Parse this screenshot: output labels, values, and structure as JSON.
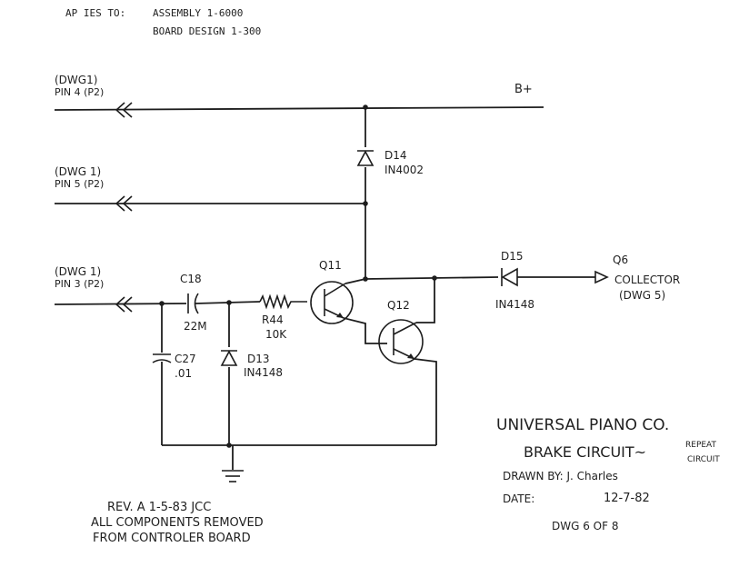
{
  "header": {
    "applies_prefix": "AP  IES TO:",
    "assembly": "ASSEMBLY   1-6000",
    "board_design": "BOARD DESIGN 1-300"
  },
  "inputs": [
    {
      "dwg": "(DWG1)",
      "pin": "PIN 4 (P2)"
    },
    {
      "dwg": "(DWG 1)",
      "pin": "PIN 5 (P2)"
    },
    {
      "dwg": "(DWG 1)",
      "pin": "PIN 3 (P2)"
    }
  ],
  "supply_label": "B+",
  "components": {
    "d14": {
      "ref": "D14",
      "value": "IN4002"
    },
    "c18": {
      "ref": "C18",
      "value": "22M"
    },
    "r44": {
      "ref": "R44",
      "value": "10K"
    },
    "c27": {
      "ref": "C27",
      "value": ".01"
    },
    "d13": {
      "ref": "D13",
      "value": "IN4148"
    },
    "q11": {
      "ref": "Q11"
    },
    "q12": {
      "ref": "Q12"
    },
    "d15": {
      "ref": "D15",
      "value": "IN4148"
    }
  },
  "output": {
    "ref": "Q6",
    "line1": "COLLECTOR",
    "line2": "(DWG 5)"
  },
  "title_block": {
    "company": "UNIVERSAL PIANO CO.",
    "title": "BRAKE CIRCUIT~",
    "subtitle_line1": "REPEAT",
    "subtitle_line2": "CIRCUIT",
    "drawn_by": "DRAWN BY: J. Charles",
    "date_label": "DATE:",
    "date_value": "12-7-82",
    "sheet": "DWG 6  OF 8"
  },
  "revision": {
    "line1": "REV. A  1-5-83  JCC",
    "line2": "ALL COMPONENTS REMOVED",
    "line3": "FROM CONTROLER BOARD"
  }
}
